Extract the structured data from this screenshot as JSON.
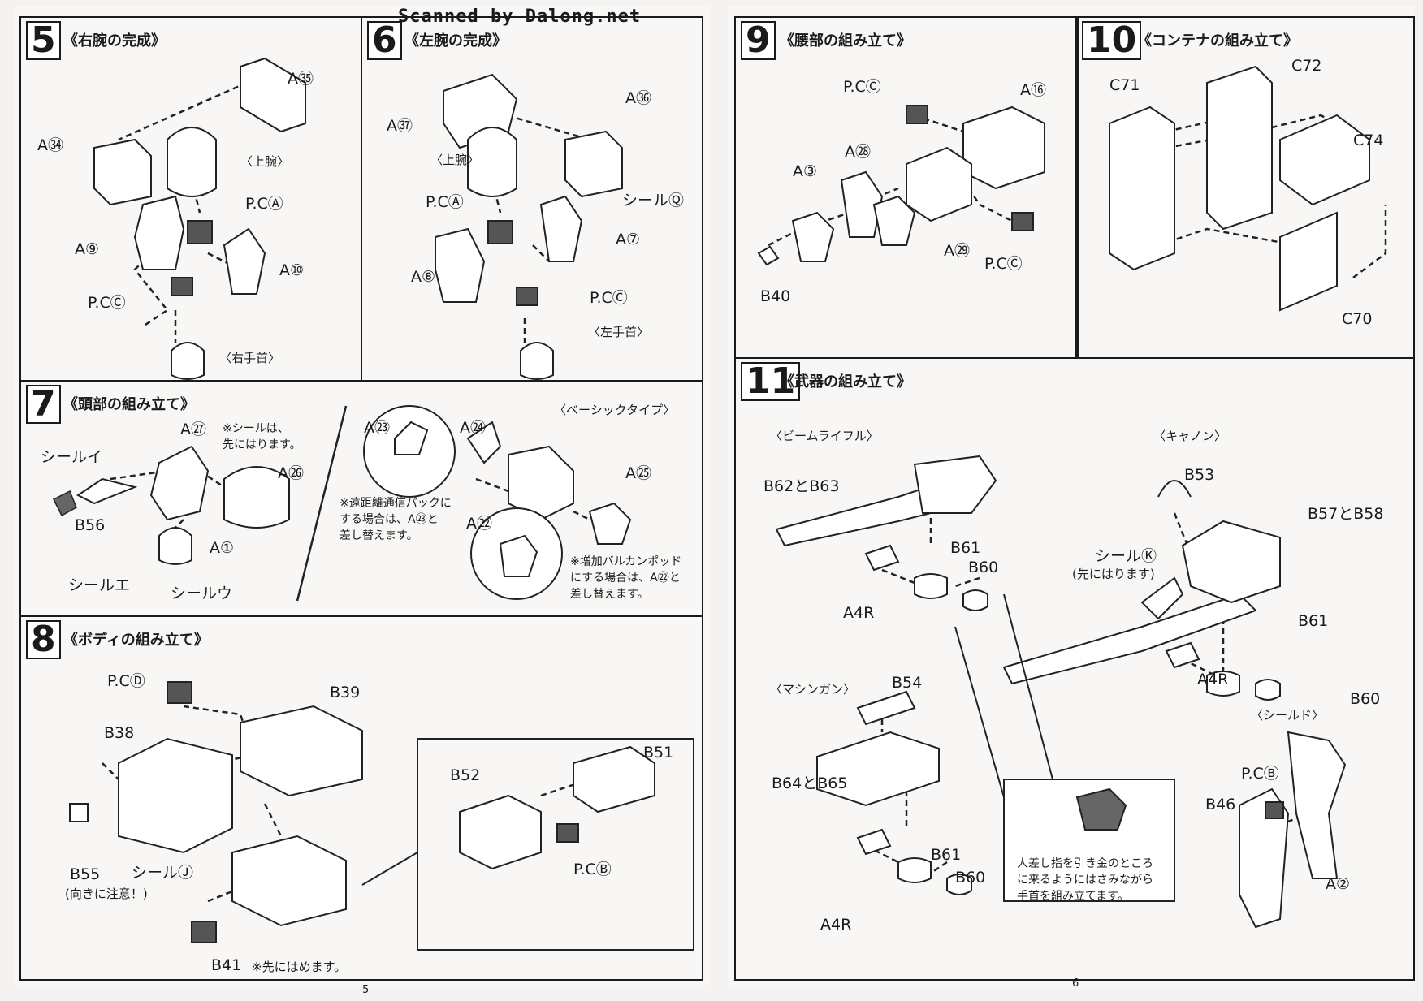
{
  "watermark": "Scanned by Dalong.net",
  "page_numbers": {
    "left": "5",
    "right": "6"
  },
  "steps": {
    "s5": {
      "num": "5",
      "title": "《右腕の完成》",
      "labels": {
        "a35": "A㉟",
        "a34": "A㉞",
        "upper": "〈上腕〉",
        "pca": "P.CⒶ",
        "a9": "A⑨",
        "a10": "A⑩",
        "pcc": "P.CⒸ",
        "wrist": "〈右手首〉"
      }
    },
    "s6": {
      "num": "6",
      "title": "《左腕の完成》",
      "labels": {
        "a37": "A㊲",
        "a36": "A㊱",
        "upper": "〈上腕〉",
        "pca": "P.CⒶ",
        "seal": "シールⓆ",
        "a7": "A⑦",
        "a8": "A⑧",
        "pcc": "P.CⒸ",
        "wrist": "〈左手首〉"
      }
    },
    "s7": {
      "num": "7",
      "title": "《頭部の組み立て》",
      "labels": {
        "a27": "A㉗",
        "seal_i": "シールイ",
        "a26": "A㉖",
        "b56": "B56",
        "seal_e": "シールエ",
        "a1": "A①",
        "seal_u": "シールウ",
        "a23": "A㉓",
        "a24": "A㉔",
        "a25": "A㉕",
        "a22": "A㉒",
        "basic": "〈ベーシックタイプ〉"
      },
      "notes": {
        "seal_first": "※シールは、\n先にはります。",
        "pack": "※遠距離通信パックに\nする場合は、A㉓と\n差し替えます。",
        "vulcan": "※増加バルカンポッド\nにする場合は、A㉒と\n差し替えます。"
      }
    },
    "s8": {
      "num": "8",
      "title": "《ボディの組み立て》",
      "labels": {
        "pcd": "P.CⒹ",
        "b39": "B39",
        "b38": "B38",
        "seal_j": "シールⒿ",
        "b55": "B55",
        "b55_note": "(向きに注意！)",
        "b41": "B41",
        "b41_note": "※先にはめます。",
        "b52": "B52",
        "b51": "B51",
        "pcb": "P.CⒷ"
      }
    },
    "s9": {
      "num": "9",
      "title": "《腰部の組み立て》",
      "labels": {
        "pcc1": "P.CⒸ",
        "a16": "A⑯",
        "a28": "A㉘",
        "a3": "A③",
        "a29": "A㉙",
        "pcc2": "P.CⒸ",
        "b40": "B40"
      }
    },
    "s10": {
      "num": "10",
      "title": "《コンテナの組み立て》",
      "labels": {
        "c71": "C71",
        "c72": "C72",
        "c74": "C74",
        "c70": "C70"
      }
    },
    "s11": {
      "num": "11",
      "title": "《武器の組み立て》",
      "labels": {
        "beam_rifle": "〈ビームライフル〉",
        "cannon": "〈キャノン〉",
        "b62_63": "B62とB63",
        "b53": "B53",
        "b57_58": "B57とB58",
        "b61a": "B61",
        "b60a": "B60",
        "a4r_a": "A4R",
        "seal_k": "シールⓀ",
        "seal_k_note": "(先にはります)",
        "b61b": "B61",
        "a4r_b": "A4R",
        "b60b": "B60",
        "machinegun": "〈マシンガン〉",
        "b54": "B54",
        "b64_65": "B64とB65",
        "b61c": "B61",
        "b60c": "B60",
        "a4r_c": "A4R",
        "shield": "〈シールド〉",
        "pcb": "P.CⒷ",
        "b46": "B46",
        "a2": "A②"
      },
      "notes": {
        "trigger": "人差し指を引き金のところ\nに来るようにはさみながら\n手首を組み立てます。"
      }
    }
  }
}
